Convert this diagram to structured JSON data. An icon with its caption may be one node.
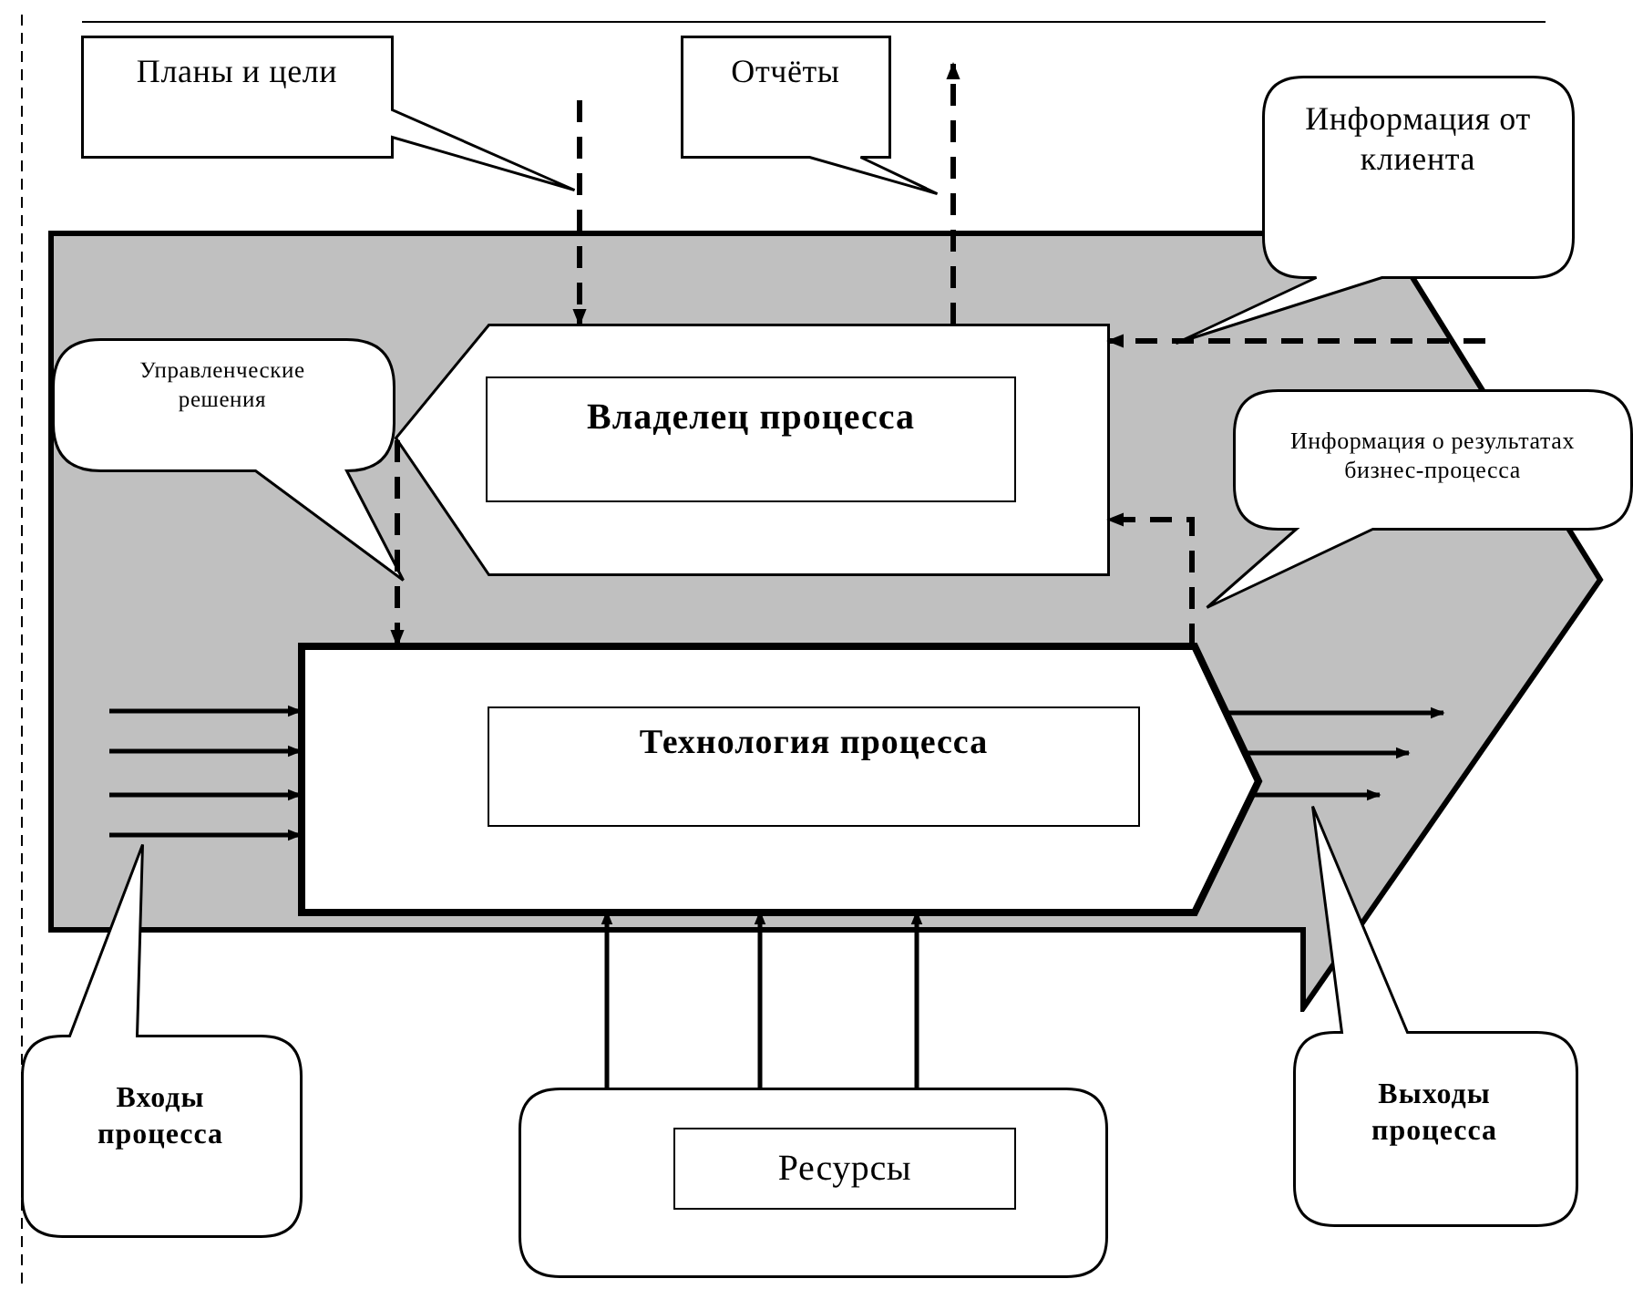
{
  "diagram": {
    "nodes": [
      {
        "text": [],
        "shape": "arrow"
      },
      {
        "text": [
          "Планы и цели"
        ]
      },
      {
        "text": [
          "Отчёты"
        ]
      },
      {
        "text": [
          "Информация от клиента"
        ]
      },
      {
        "text": [
          "Управленческие решения"
        ],
        "in": 0
      },
      {
        "text": [],
        "shape": "pentagon",
        "in": 0
      },
      {
        "text": [
          "Владелец процесса"
        ],
        "in": 5
      },
      {
        "text": [
          "Информация о результатах бизнес-процесса"
        ]
      },
      {
        "text": [],
        "shape": "arrow",
        "in": 0
      },
      {
        "text": [
          "Технология процесса"
        ],
        "in": 8
      },
      {
        "text": [
          "Входы процесса"
        ]
      },
      {
        "text": [],
        "shape": "box"
      },
      {
        "text": [
          "Ресурсы"
        ],
        "in": 11
      },
      {
        "text": [
          "Выходы процесса"
        ]
      }
    ],
    "edges": [
      {
        "from": null,
        "to": 5,
        "arrow": "to",
        "style": "dashed"
      },
      {
        "from": 5,
        "to": null,
        "arrow": "to",
        "style": "dashed"
      },
      {
        "from": null,
        "to": 5,
        "arrow": "to",
        "style": "dashed"
      },
      {
        "from": 5,
        "to": 8,
        "arrow": "to",
        "style": "dashed"
      },
      {
        "from": 8,
        "to": 5,
        "arrow": "to",
        "style": "dashed"
      },
      {
        "from": null,
        "to": 8,
        "arrow": "to"
      },
      {
        "from": null,
        "to": 8,
        "arrow": "to"
      },
      {
        "from": null,
        "to": 8,
        "arrow": "to"
      },
      {
        "from": null,
        "to": 8,
        "arrow": "to"
      },
      {
        "from": 8,
        "to": null,
        "arrow": "to"
      },
      {
        "from": 8,
        "to": null,
        "arrow": "to"
      },
      {
        "from": 8,
        "to": null,
        "arrow": "to"
      },
      {
        "from": 11,
        "to": 8,
        "arrow": "to"
      },
      {
        "from": 11,
        "to": 8,
        "arrow": "to"
      },
      {
        "from": 11,
        "to": 8,
        "arrow": "to"
      }
    ]
  }
}
